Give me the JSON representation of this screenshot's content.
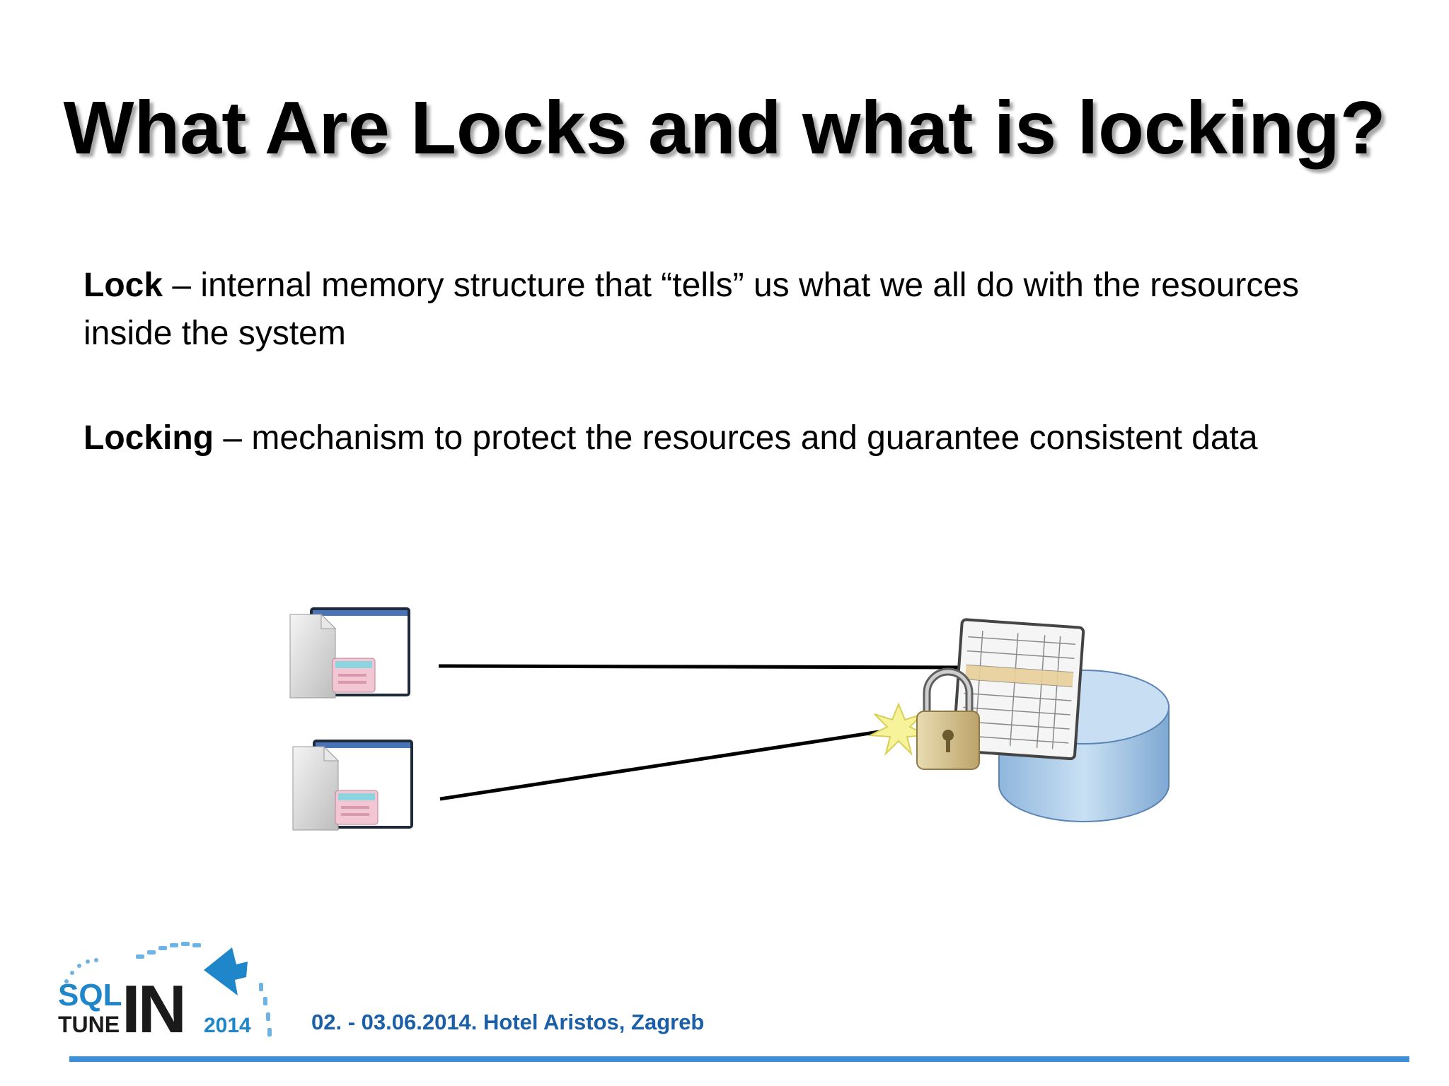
{
  "slide": {
    "title": "What Are Locks and what is locking?",
    "definitions": [
      {
        "term": "Lock",
        "text": " – internal memory structure that “tells” us what we all do with the resources inside the system"
      },
      {
        "term": "Locking",
        "text": " – mechanism to protect the resources and guarantee consistent data"
      }
    ]
  },
  "footer": {
    "logo": {
      "line1": "SQL",
      "line2": "TUNE",
      "mark": "IN",
      "year": "2014"
    },
    "event": "02. - 03.06.2014. Hotel Aristos, Zagreb"
  },
  "colors": {
    "title": "#000000",
    "text": "#000000",
    "footer_blue": "#1b5fa8",
    "rule_blue": "#3d8fd8",
    "database_fill": "#a9cbe8",
    "lock_body": "#d9c48f",
    "row_highlight": "#e8cf9a"
  },
  "icons": {
    "application_1": "application-window-icon",
    "application_2": "application-window-icon",
    "lock": "padlock-icon",
    "table": "data-table-icon",
    "database": "database-icon",
    "conflict": "conflict-burst-icon"
  }
}
